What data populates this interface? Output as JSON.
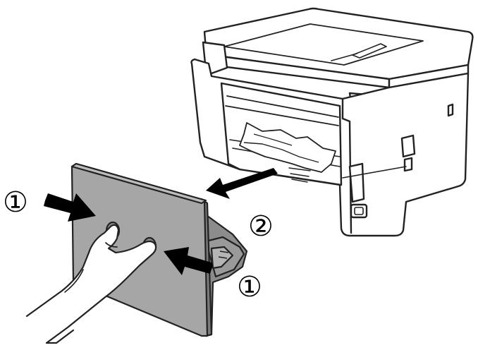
{
  "steps": {
    "squeeze_left": "①",
    "squeeze_right": "①",
    "pull": "②"
  },
  "colors": {
    "outline": "#222222",
    "cover_fill": "#a6a6a6",
    "cover_edge": "#8c8c8c",
    "arrow": "#000000",
    "background": "#ffffff"
  },
  "icons": [
    "printer-icon",
    "rear-cover-icon",
    "hand-icon",
    "arrow-icon",
    "jammed-paper-icon"
  ]
}
